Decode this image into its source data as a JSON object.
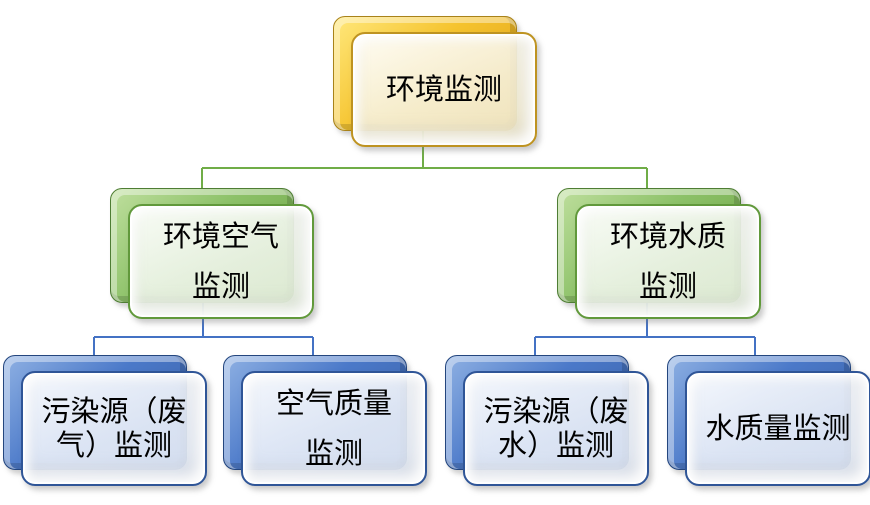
{
  "diagram": {
    "type": "org-chart",
    "nodes": {
      "root": {
        "label": "环境监测",
        "level": 1
      },
      "air": {
        "label": "环境空气\n监测",
        "level": 2
      },
      "water": {
        "label": "环境水质\n监测",
        "level": 2
      },
      "air_pollution": {
        "label": "污染源（废\n气）监测",
        "level": 3
      },
      "air_quality": {
        "label": "空气质量\n监测",
        "level": 3
      },
      "water_pollution": {
        "label": "污染源（废\n水）监测",
        "level": 3
      },
      "water_quality": {
        "label": "水质量监测",
        "level": 3
      }
    },
    "edges": [
      {
        "from": "root",
        "to": "air"
      },
      {
        "from": "root",
        "to": "water"
      },
      {
        "from": "air",
        "to": "air_pollution"
      },
      {
        "from": "air",
        "to": "air_quality"
      },
      {
        "from": "water",
        "to": "water_pollution"
      },
      {
        "from": "water",
        "to": "water_quality"
      }
    ],
    "colors": {
      "level1_fill": "#F5C32E",
      "level1_border": "#BE9321",
      "level2_fill": "#8CC168",
      "level2_border": "#538135",
      "level3_fill": "#4B79C9",
      "level3_border": "#2F5597",
      "connector_green": "#70AD47",
      "connector_blue": "#4472C4",
      "text": "#000000",
      "background": "#FFFFFF"
    }
  }
}
